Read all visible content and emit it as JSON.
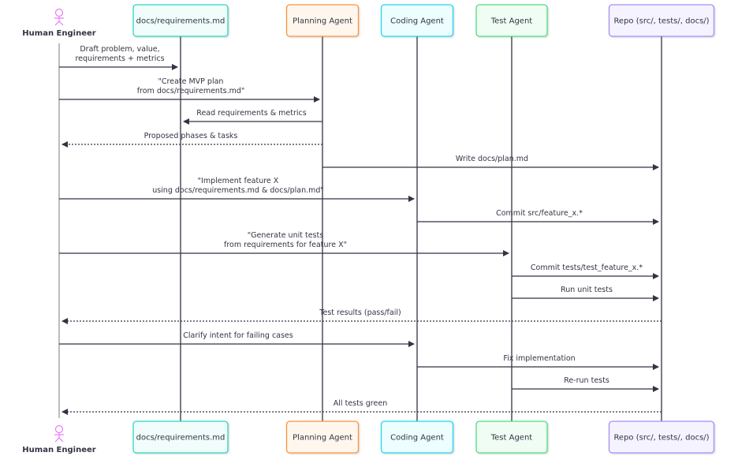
{
  "diagram": {
    "type": "sequence",
    "participants": [
      {
        "id": "human",
        "label": "Human Engineer",
        "kind": "actor",
        "stroke": "#e879f9",
        "fill": "#ffffff"
      },
      {
        "id": "req",
        "label": "docs/requirements.md",
        "kind": "box",
        "stroke": "#2dd4bf",
        "fill": "#f0fdfa"
      },
      {
        "id": "plan",
        "label": "Planning Agent",
        "kind": "box",
        "stroke": "#fb923c",
        "fill": "#fff7ed"
      },
      {
        "id": "code",
        "label": "Coding Agent",
        "kind": "box",
        "stroke": "#22d3ee",
        "fill": "#ecfeff"
      },
      {
        "id": "test",
        "label": "Test Agent",
        "kind": "box",
        "stroke": "#4ade80",
        "fill": "#f0fdf4"
      },
      {
        "id": "repo",
        "label": "Repo (src/, tests/, docs/)",
        "kind": "box",
        "stroke": "#a78bfa",
        "fill": "#f5f3ff"
      }
    ],
    "messages": [
      {
        "from": "human",
        "to": "req",
        "lines": [
          "Draft problem, value,",
          "requirements + metrics"
        ],
        "style": "solid"
      },
      {
        "from": "human",
        "to": "plan",
        "lines": [
          "\"Create MVP plan",
          "from docs/requirements.md\""
        ],
        "style": "solid"
      },
      {
        "from": "plan",
        "to": "req",
        "lines": [
          "Read requirements & metrics"
        ],
        "style": "solid"
      },
      {
        "from": "plan",
        "to": "human",
        "lines": [
          "Proposed phases & tasks"
        ],
        "style": "dotted"
      },
      {
        "from": "plan",
        "to": "repo",
        "lines": [
          "Write docs/plan.md"
        ],
        "style": "solid"
      },
      {
        "from": "human",
        "to": "code",
        "lines": [
          "\"Implement feature X",
          "using docs/requirements.md & docs/plan.md\""
        ],
        "style": "solid"
      },
      {
        "from": "code",
        "to": "repo",
        "lines": [
          "Commit src/feature_x.*"
        ],
        "style": "solid"
      },
      {
        "from": "human",
        "to": "test",
        "lines": [
          "\"Generate unit tests",
          "from requirements for feature X\""
        ],
        "style": "solid"
      },
      {
        "from": "test",
        "to": "repo",
        "lines": [
          "Commit tests/test_feature_x.*"
        ],
        "style": "solid"
      },
      {
        "from": "test",
        "to": "repo",
        "lines": [
          "Run unit tests"
        ],
        "style": "solid"
      },
      {
        "from": "repo",
        "to": "human",
        "lines": [
          "Test results (pass/fail)"
        ],
        "style": "dotted"
      },
      {
        "from": "human",
        "to": "code",
        "lines": [
          "Clarify intent for failing cases"
        ],
        "style": "solid"
      },
      {
        "from": "code",
        "to": "repo",
        "lines": [
          "Fix implementation"
        ],
        "style": "solid"
      },
      {
        "from": "test",
        "to": "repo",
        "lines": [
          "Re-run tests"
        ],
        "style": "solid"
      },
      {
        "from": "repo",
        "to": "human",
        "lines": [
          "All tests green"
        ],
        "style": "dotted"
      }
    ],
    "line_color": "#333344",
    "actor_lifeline_color": "#999999"
  }
}
